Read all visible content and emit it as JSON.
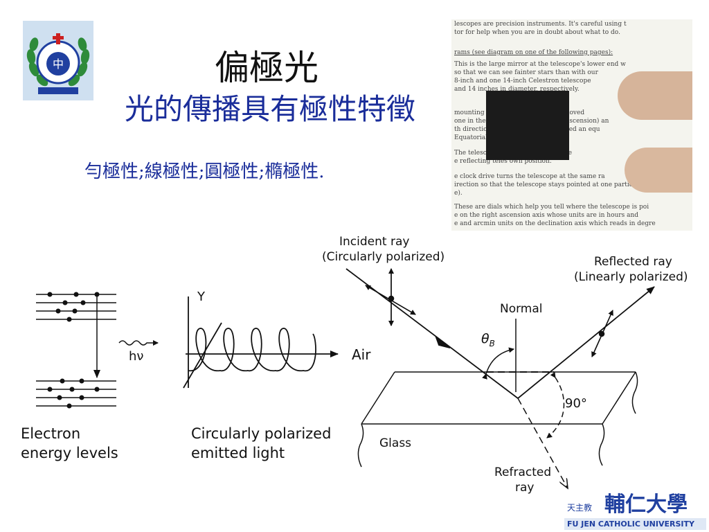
{
  "slide": {
    "title": "偏極光",
    "subtitle": "光的傳播具有極性特徵",
    "polarization_types": "勻極性;線極性;圓極性;橢極性."
  },
  "photo": {
    "description_text_lines": [
      "lescopes are precision instruments. It's careful using t",
      "tor for help when you are in doubt about what to do.",
      "rams (see diagram on one of the following pages):",
      "This is the large mirror at the telescope's lower end w",
      "so that we can see fainter stars than with our",
      "8-inch and one 14-inch Celestron telescope",
      "and 14 inches in diameter, respectively.",
      "mounting supp            and allows it to be moved",
      "one in the sam          earth rotates (right ascension) an",
      "th direction [ac        type of mount is called an equ",
      "Equatorial Syst         formation.]",
      "The telescope           optical parts (eyepiece",
      "e reflecting teles      own position.",
      "e clock drive turns the telescope at the same ra",
      "irection so that the telescope stays pointed at one particular",
      "e).",
      "These are dials which help you tell where the telescope is poi",
      "e on the right ascension axis whose units are in hours and",
      "e and arcmin units on the declination axis which reads in degre"
    ]
  },
  "diagram": {
    "electron_label_1": "Electron",
    "electron_label_2": "energy levels",
    "photon_label": "hν",
    "y_axis_label": "Y",
    "circular_label_1": "Circularly polarized",
    "circular_label_2": "emitted light",
    "air_label": "Air",
    "incident_label_1": "Incident ray",
    "incident_label_2": "(Circularly polarized)",
    "reflected_label_1": "Reflected ray",
    "reflected_label_2": "(Linearly polarized)",
    "normal_label": "Normal",
    "theta_label": "θ",
    "theta_sub": "B",
    "angle_label": "90°",
    "glass_label": "Glass",
    "refracted_label_1": "Refracted",
    "refracted_label_2": "ray"
  },
  "logo_right": {
    "chinese_small": "天主教",
    "chinese_big": "輔仁大學",
    "english": "FU JEN CATHOLIC UNIVERSITY"
  },
  "colors": {
    "title": "#111111",
    "accent_blue": "#1a2d9a",
    "logo_green": "#2e8b3a",
    "logo_blue": "#2040a0",
    "logo_red": "#cc2020"
  }
}
